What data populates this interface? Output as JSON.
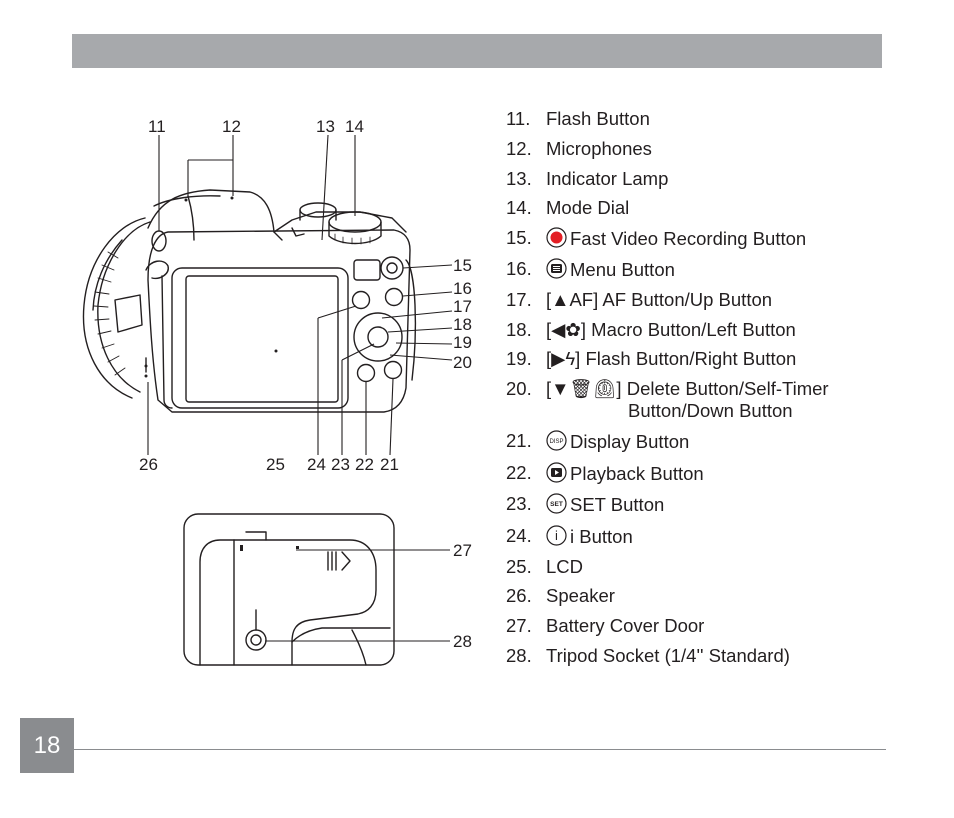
{
  "page_number": "18",
  "callouts": {
    "c11": "11",
    "c12": "12",
    "c13": "13",
    "c14": "14",
    "c15": "15",
    "c16": "16",
    "c17": "17",
    "c18": "18",
    "c19": "19",
    "c20": "20",
    "c21": "21",
    "c22": "22",
    "c23": "23",
    "c24": "24",
    "c25": "25",
    "c26": "26",
    "c27": "27",
    "c28": "28"
  },
  "parts": [
    {
      "num": "11.",
      "label": "Flash Button"
    },
    {
      "num": "12.",
      "label": "Microphones"
    },
    {
      "num": "13.",
      "label": "Indicator Lamp"
    },
    {
      "num": "14.",
      "label": "Mode Dial"
    },
    {
      "num": "15.",
      "icon": "record-icon",
      "label": "Fast Video Recording Button"
    },
    {
      "num": "16.",
      "icon": "menu-icon",
      "label": "Menu Button"
    },
    {
      "num": "17.",
      "bracket": "[▲AF]",
      "label": "AF Button/Up Button"
    },
    {
      "num": "18.",
      "bracket": "[◀✿]",
      "label": "Macro Button/Left Button"
    },
    {
      "num": "19.",
      "bracket": "[▶ϟ]",
      "label": "Flash Button/Right Button"
    },
    {
      "num": "20.",
      "bracket": "[▼🗑⏲]",
      "label": "Delete Button/Self-Timer",
      "label2": "Button/Down Button"
    },
    {
      "num": "21.",
      "icon": "disp-icon",
      "icon_text": "DISP",
      "label": "Display Button"
    },
    {
      "num": "22.",
      "icon": "playback-icon",
      "label": "Playback Button"
    },
    {
      "num": "23.",
      "icon": "set-icon",
      "icon_text": "SET",
      "label": "SET Button"
    },
    {
      "num": "24.",
      "icon": "info-icon",
      "icon_text": "i",
      "label": "i Button"
    },
    {
      "num": "25.",
      "label": "LCD"
    },
    {
      "num": "26.",
      "label": "Speaker"
    },
    {
      "num": "27.",
      "label": "Battery Cover Door"
    },
    {
      "num": "28.",
      "label": "Tripod Socket (1/4'' Standard)"
    }
  ],
  "colors": {
    "header_bar": "#a7a9ac",
    "page_box": "#8a8c8f",
    "record_dot": "#e31e24",
    "ink": "#231f20"
  }
}
